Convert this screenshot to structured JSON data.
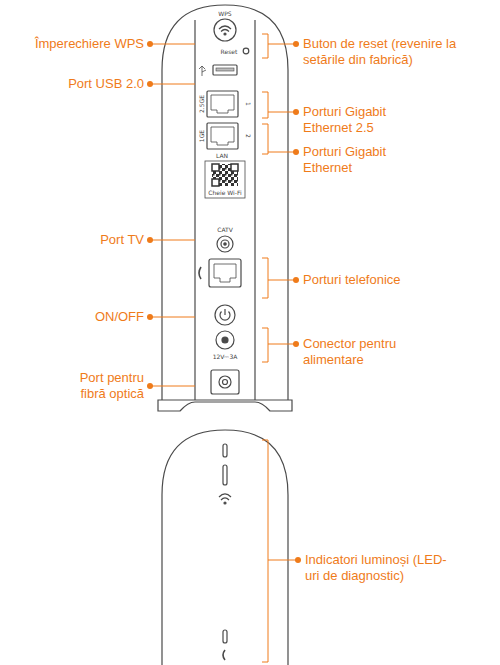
{
  "diagram": {
    "labels": [
      "Împerechiere WPS",
      "Port USB 2.0",
      "Port TV",
      "ON/OFF",
      "Port pentru fibră optică",
      "Buton de reset (revenire la setările din fabrică)",
      "Porturi Gigabit Ethernet 2.5",
      "Porturi Gigabit Ethernet",
      "Porturi telefonice",
      "Conector pentru alimentare",
      "Indicatori luminoși (LED-uri de diagnostic)",
      "WPS",
      "Reset",
      "2.5GE",
      "1GE",
      "LAN",
      "1",
      "2",
      "Cheie Wi-Fi",
      "CATV",
      "12V⎓3A"
    ]
  }
}
